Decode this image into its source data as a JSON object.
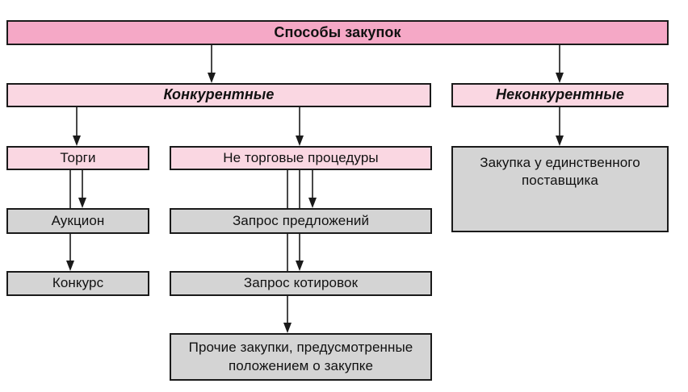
{
  "diagram": {
    "type": "flowchart",
    "title": "Способы закупок",
    "nodes": {
      "root": {
        "label": "Способы закупок"
      },
      "competitive": {
        "label": "Конкурентные"
      },
      "noncompetitive": {
        "label": "Неконкурентные"
      },
      "bidding": {
        "label": "Торги"
      },
      "non_bidding": {
        "label": "Не торговые процедуры"
      },
      "single_supplier": {
        "label": "Закупка у единственного поставщика"
      },
      "auction": {
        "label": "Аукцион"
      },
      "rfp": {
        "label": "Запрос предложений"
      },
      "contest": {
        "label": "Конкурс"
      },
      "rfq": {
        "label": "Запрос котировок"
      },
      "other": {
        "label": "Прочие закупки, предусмотренные положением о закупке"
      }
    },
    "edges": [
      {
        "from": "Способы закупок",
        "to": "Конкурентные"
      },
      {
        "from": "Способы закупок",
        "to": "Неконкурентные"
      },
      {
        "from": "Конкурентные",
        "to": "Торги"
      },
      {
        "from": "Конкурентные",
        "to": "Не торговые процедуры"
      },
      {
        "from": "Неконкурентные",
        "to": "Закупка у единственного поставщика"
      },
      {
        "from": "Торги",
        "to": "Аукцион"
      },
      {
        "from": "Торги",
        "to": "Конкурс"
      },
      {
        "from": "Не торговые процедуры",
        "to": "Запрос предложений"
      },
      {
        "from": "Не торговые процедуры",
        "to": "Запрос котировок"
      },
      {
        "from": "Не торговые процедуры",
        "to": "Прочие закупки, предусмотренные положением о закупке"
      }
    ]
  },
  "colors": {
    "root_fill": "#f5a8c6",
    "branch_fill": "#fad7e2",
    "leaf_fill": "#d4d4d4",
    "border": "#1a1a1a",
    "background": "#ffffff",
    "text": "#111111"
  }
}
